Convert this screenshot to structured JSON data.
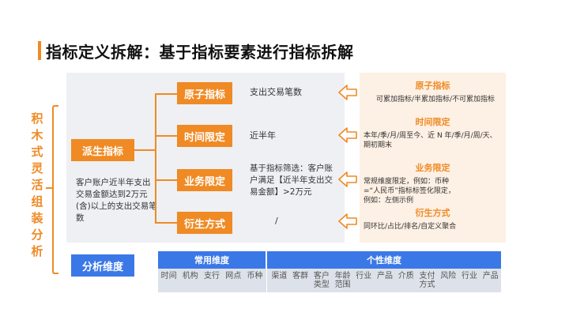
{
  "title": "指标定义拆解：基于指标要素进行指标拆解",
  "vertical_label": "积木式灵活组装分析",
  "derived": {
    "label": "派生指标",
    "example": "客户账户近半年支出交易金额达到2万元(含)以上的支出交易笔数"
  },
  "elements": [
    {
      "label": "原子指标",
      "value": "支出交易笔数"
    },
    {
      "label": "时间限定",
      "value": "近半年"
    },
    {
      "label": "业务限定",
      "value": "基于指标筛选：客户账户满足【近半年支出交易金额】>2万元"
    },
    {
      "label": "衍生方式",
      "value": "/"
    }
  ],
  "categories": [
    {
      "title": "原子指标",
      "desc": "可累加指标/半累加指标/不可累加指标"
    },
    {
      "title": "时间限定",
      "desc": "本年/季/月/周至今、近 N 年/季/月/周/天、期初期末"
    },
    {
      "title": "业务限定",
      "desc": "常规维度限定，例如：币种=“人民币”指标标签化限定，例如：左侧示例"
    },
    {
      "title": "衍生方式",
      "desc": "同环比/占比/排名/自定义聚合"
    }
  ],
  "analysis": {
    "label": "分析维度",
    "common_title": "常用维度",
    "custom_title": "个性维度",
    "common_items": [
      "时间",
      "机构",
      "支行",
      "网点",
      "币种"
    ],
    "custom_items": [
      "渠道",
      "客群",
      "客户类型",
      "年龄范围",
      "行业",
      "产品",
      "介质",
      "支付方式",
      "风险",
      "行业",
      "产品"
    ]
  },
  "colors": {
    "accent": "#f08a24",
    "blue": "#3b78e7"
  }
}
